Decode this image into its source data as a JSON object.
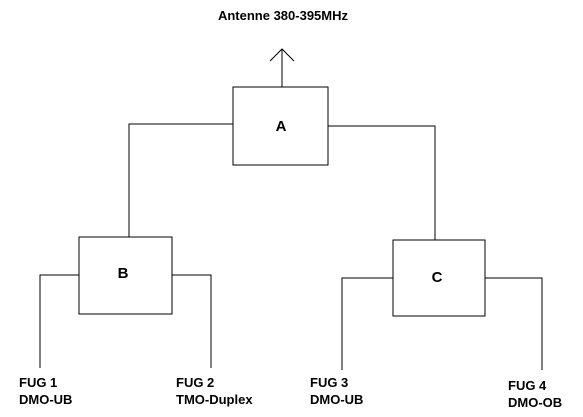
{
  "antenna": {
    "label": "Antenne 380-395MHz",
    "icon": "arrow-up-icon"
  },
  "nodes": {
    "a": {
      "label": "A"
    },
    "b": {
      "label": "B"
    },
    "c": {
      "label": "C"
    }
  },
  "outputs": [
    {
      "name": "FUG 1",
      "mode": "DMO-UB"
    },
    {
      "name": "FUG 2",
      "mode": "TMO-Duplex"
    },
    {
      "name": "FUG 3",
      "mode": "DMO-UB"
    },
    {
      "name": "FUG 4",
      "mode": "DMO-OB"
    }
  ],
  "colors": {
    "line": "#000000",
    "background": "#ffffff"
  }
}
